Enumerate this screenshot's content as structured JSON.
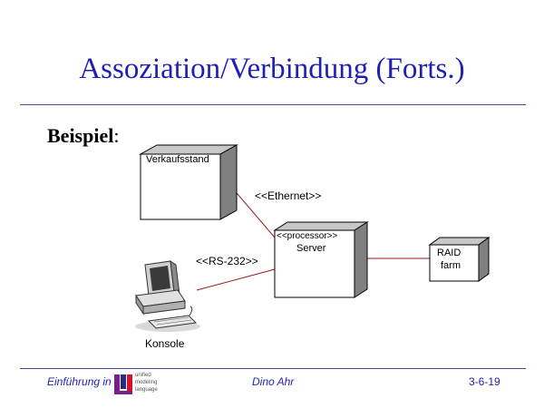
{
  "slide": {
    "title": "Assoziation/Verbindung (Forts.)",
    "heading": "Beispiel",
    "heading_suffix": ":"
  },
  "diagram": {
    "nodes": [
      {
        "name": "Verkaufsstand"
      },
      {
        "stereotype": "<<processor>>",
        "name": "Server"
      },
      {
        "name_line1": "RAID",
        "name_line2": "farm"
      }
    ],
    "actor_label": "Konsole",
    "connections": [
      {
        "label": "<<Ethernet>>"
      },
      {
        "label": "<<RS-232>>"
      }
    ]
  },
  "footer": {
    "left": "Einführung in",
    "logo_text": [
      "unified",
      "modeling",
      "language"
    ],
    "center": "Dino Ahr",
    "right": "3-6-19"
  },
  "colors": {
    "title": "#1f1fb4",
    "node_front": "#ffffff",
    "node_side": "#808080",
    "node_top": "#c8c8c8",
    "line": "#9a1a1a"
  }
}
